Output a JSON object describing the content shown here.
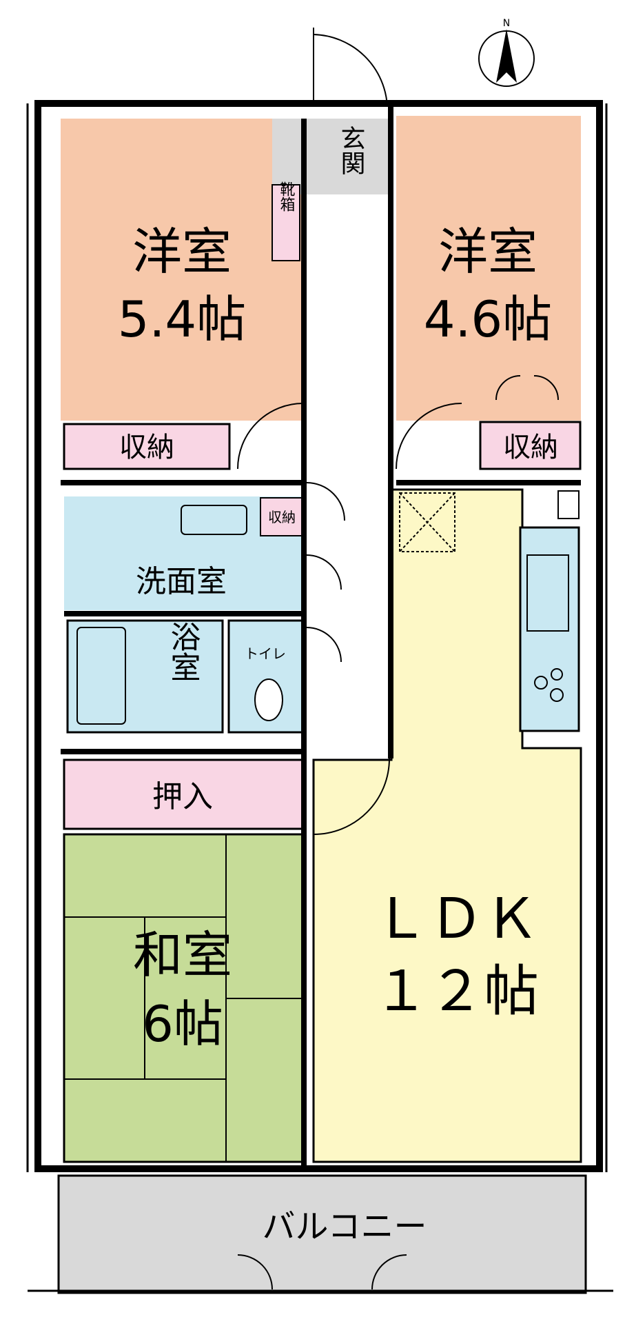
{
  "compass": {
    "label": "N",
    "icon": "north-arrow-icon"
  },
  "rooms": {
    "western_room_1": {
      "name": "洋室",
      "size": "5.4帖",
      "color": "#f7c8aa"
    },
    "western_room_2": {
      "name": "洋室",
      "size": "4.6帖",
      "color": "#f7c8aa"
    },
    "entrance": {
      "name": "玄関",
      "color": "#d9d9d9"
    },
    "shoe_box": {
      "name": "靴箱",
      "color": "#f9d6e4"
    },
    "storage_1": {
      "name": "収納",
      "color": "#f9d6e4"
    },
    "storage_2": {
      "name": "収納",
      "color": "#f9d6e4"
    },
    "storage_3": {
      "name": "収納",
      "color": "#f9d6e4"
    },
    "washroom": {
      "name": "洗面室",
      "color": "#c9e8f2"
    },
    "bathroom": {
      "name": "浴室",
      "color": "#c9e8f2"
    },
    "toilet": {
      "name": "トイレ",
      "color": "#c9e8f2"
    },
    "closet": {
      "name": "押入",
      "color": "#f9d6e4"
    },
    "japanese_room": {
      "name": "和室",
      "size": "6帖",
      "color": "#c6dc98"
    },
    "ldk": {
      "name": "ＬＤＫ",
      "size": "１２帖",
      "color": "#fdf8c6"
    },
    "balcony": {
      "name": "バルコニー",
      "color": "#d9d9d9"
    }
  },
  "colors": {
    "wall": "#000000",
    "hall": "#ffffff"
  }
}
